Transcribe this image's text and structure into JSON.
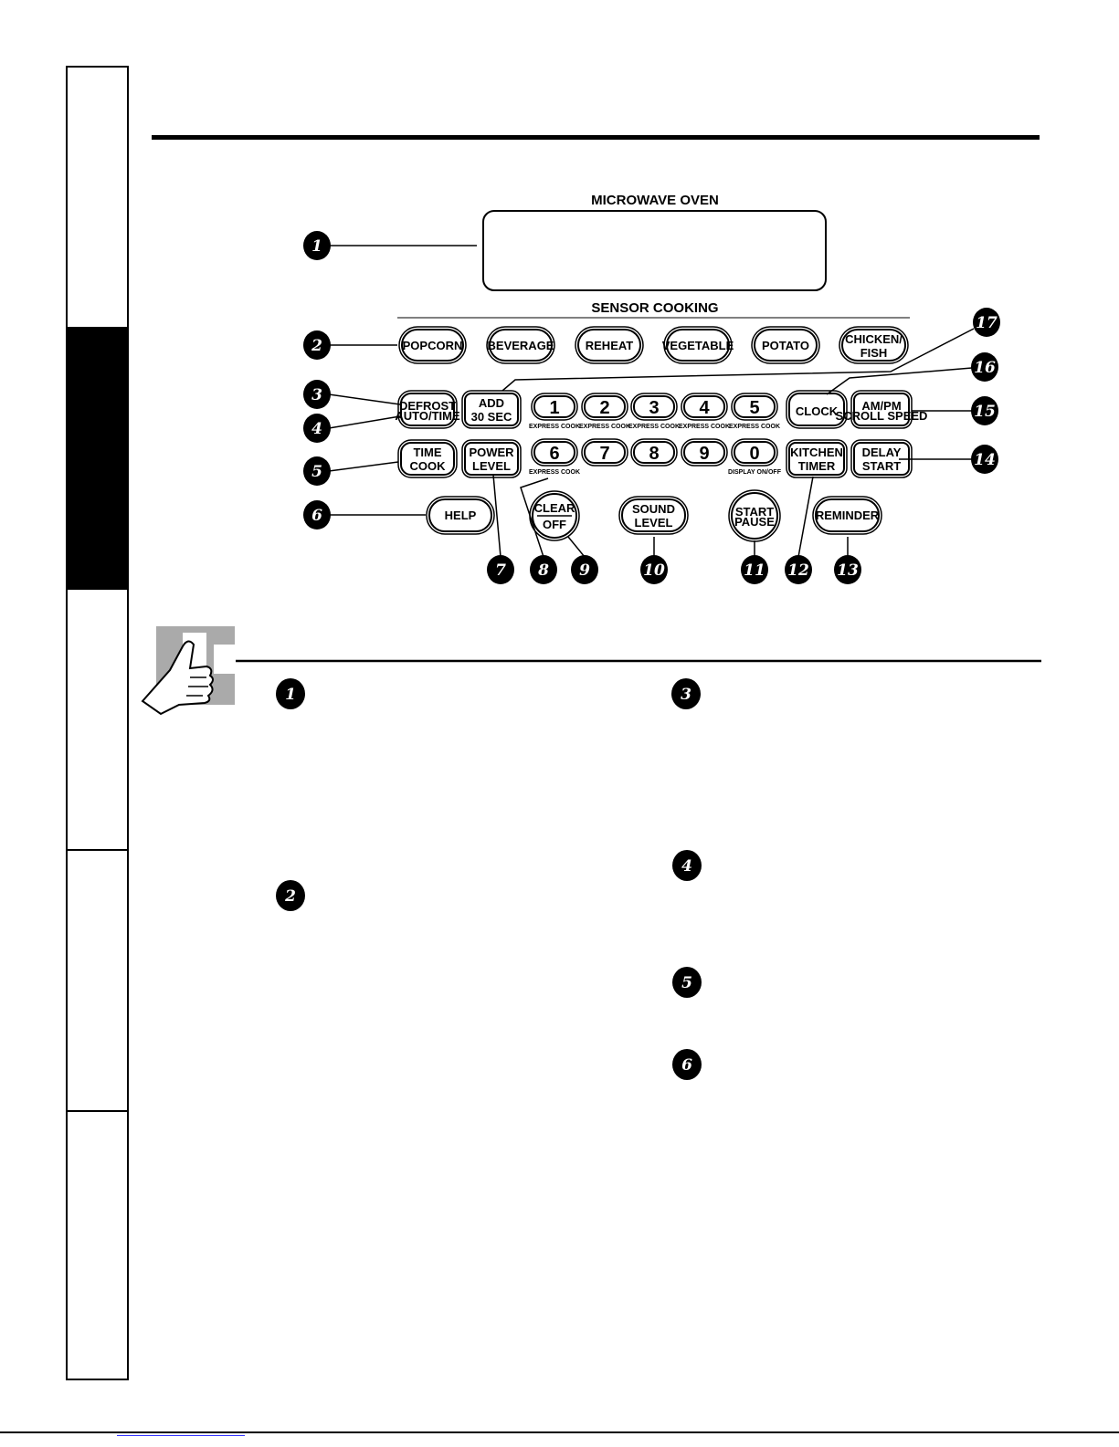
{
  "panel": {
    "display_title": "MICROWAVE OVEN",
    "sensor_title": "SENSOR COOKING",
    "sensor_buttons": [
      "POPCORN",
      "BEVERAGE",
      "REHEAT",
      "VEGETABLE",
      "POTATO",
      "CHICKEN/",
      "FISH"
    ],
    "defrost": {
      "main": "DEFROST",
      "sub": "AUTO/TIME"
    },
    "add30": {
      "line1": "ADD",
      "line2": "30 SEC"
    },
    "timecook": {
      "line1": "TIME",
      "line2": "COOK"
    },
    "power": {
      "line1": "POWER",
      "line2": "LEVEL"
    },
    "digits_row1": [
      "1",
      "2",
      "3",
      "4",
      "5"
    ],
    "digits_row2": [
      "6",
      "7",
      "8",
      "9",
      "0"
    ],
    "express_cook": "EXPRESS COOK",
    "display_onoff": "DISPLAY ON/OFF",
    "clock": "CLOCK",
    "ampm": {
      "main": "AM/PM",
      "sub": "SCROLL SPEED"
    },
    "kitchen_timer": {
      "line1": "KITCHEN",
      "line2": "TIMER"
    },
    "delay_start": {
      "line1": "DELAY",
      "line2": "START"
    },
    "help": "HELP",
    "clear_off": {
      "line1": "CLEAR",
      "line2": "OFF"
    },
    "sound_level": {
      "line1": "SOUND",
      "line2": "LEVEL"
    },
    "start_pause": {
      "line1": "START",
      "line2": "PAUSE"
    },
    "reminder": "REMINDER"
  },
  "callouts": [
    "1",
    "2",
    "3",
    "4",
    "5",
    "6",
    "7",
    "8",
    "9",
    "10",
    "11",
    "12",
    "13",
    "14",
    "15",
    "16",
    "17"
  ],
  "section_markers": [
    "1",
    "2",
    "3",
    "4",
    "5",
    "6"
  ],
  "icons": {
    "hand": "pointing-hand-icon"
  }
}
